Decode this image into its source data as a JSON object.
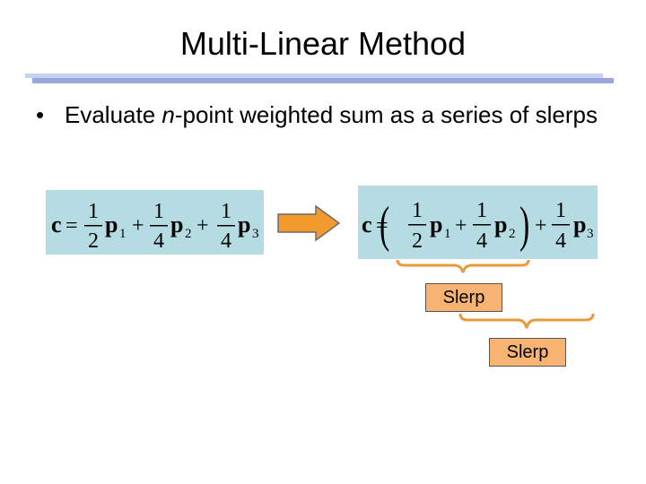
{
  "slide": {
    "title": "Multi-Linear Method",
    "bullet_marker": "•",
    "bullet_pre": "Evaluate ",
    "bullet_italic": "n",
    "bullet_post": "-point weighted sum as a series of slerps"
  },
  "equation_left": {
    "lhs": "c",
    "equals": "=",
    "plus": "+",
    "terms": [
      {
        "num": "1",
        "den": "2",
        "var": "p",
        "sub": "1"
      },
      {
        "num": "1",
        "den": "4",
        "var": "p",
        "sub": "2"
      },
      {
        "num": "1",
        "den": "4",
        "var": "p",
        "sub": "3"
      }
    ]
  },
  "equation_right": {
    "lhs": "c",
    "equals": "=",
    "plus": "+",
    "open_paren": "(",
    "close_paren": ")",
    "terms": [
      {
        "num": "1",
        "den": "2",
        "var": "p",
        "sub": "1"
      },
      {
        "num": "1",
        "den": "4",
        "var": "p",
        "sub": "2"
      },
      {
        "num": "1",
        "den": "4",
        "var": "p",
        "sub": "3"
      }
    ]
  },
  "labels": {
    "slerp_inner": "Slerp",
    "slerp_outer": "Slerp"
  },
  "colors": {
    "equation_bg": "#b6dce3",
    "arrow_fill": "#f39a2c",
    "brace": "#e89a3c",
    "slerp_bg": "#f7b372"
  }
}
